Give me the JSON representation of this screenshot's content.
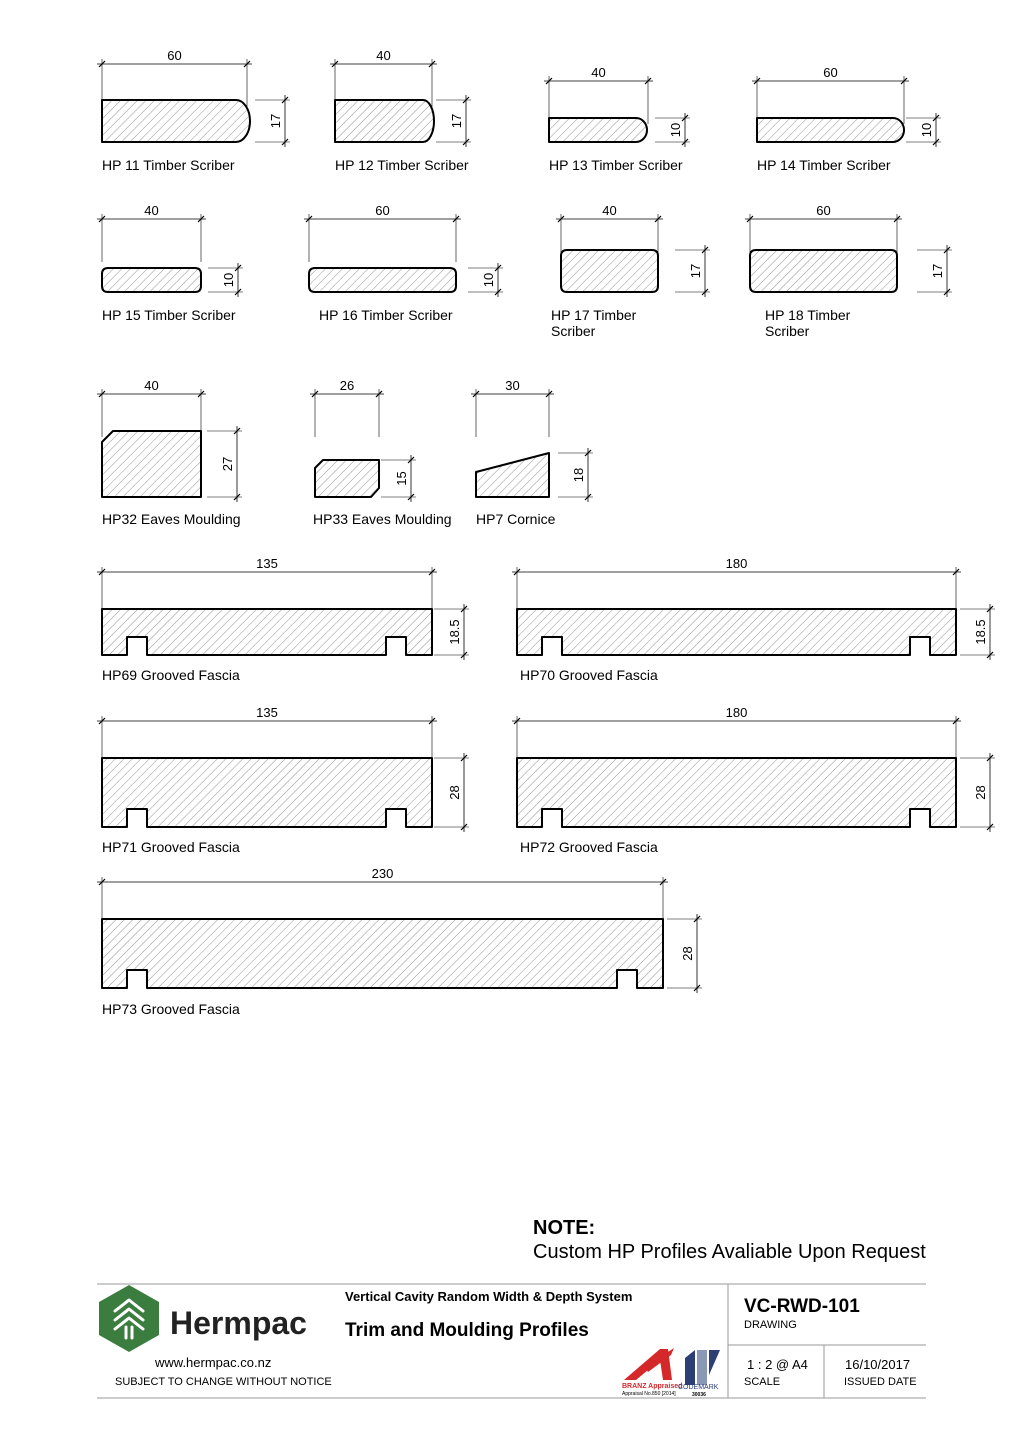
{
  "profiles": [
    {
      "id": "hp11",
      "label": [
        "HP 11 Timber Scriber"
      ],
      "width": "60",
      "height": "17"
    },
    {
      "id": "hp12",
      "label": [
        "HP 12 Timber Scriber"
      ],
      "width": "40",
      "height": "17"
    },
    {
      "id": "hp13",
      "label": [
        "HP 13 Timber Scriber"
      ],
      "width": "40",
      "height": "10"
    },
    {
      "id": "hp14",
      "label": [
        "HP 14 Timber Scriber"
      ],
      "width": "60",
      "height": "10"
    },
    {
      "id": "hp15",
      "label": [
        "HP 15 Timber Scriber"
      ],
      "width": "40",
      "height": "10"
    },
    {
      "id": "hp16",
      "label": [
        "HP 16 Timber Scriber"
      ],
      "width": "60",
      "height": "10"
    },
    {
      "id": "hp17",
      "label": [
        "HP 17 Timber",
        "Scriber"
      ],
      "width": "40",
      "height": "17"
    },
    {
      "id": "hp18",
      "label": [
        "HP 18 Timber",
        "Scriber"
      ],
      "width": "60",
      "height": "17"
    },
    {
      "id": "hp32",
      "label": [
        "HP32 Eaves Moulding"
      ],
      "width": "40",
      "height": "27"
    },
    {
      "id": "hp33",
      "label": [
        "HP33 Eaves Moulding"
      ],
      "width": "26",
      "height": "15"
    },
    {
      "id": "hp7",
      "label": [
        "HP7 Cornice"
      ],
      "width": "30",
      "height": "18"
    },
    {
      "id": "hp69",
      "label": [
        "HP69 Grooved Fascia"
      ],
      "width": "135",
      "height": "18.5"
    },
    {
      "id": "hp70",
      "label": [
        "HP70 Grooved Fascia"
      ],
      "width": "180",
      "height": "18.5"
    },
    {
      "id": "hp71",
      "label": [
        "HP71 Grooved Fascia"
      ],
      "width": "135",
      "height": "28"
    },
    {
      "id": "hp72",
      "label": [
        "HP72 Grooved Fascia"
      ],
      "width": "180",
      "height": "28"
    },
    {
      "id": "hp73",
      "label": [
        "HP73 Grooved Fascia"
      ],
      "width": "230",
      "height": "28"
    }
  ],
  "note": {
    "heading": "NOTE:",
    "text": "Custom HP Profiles Avaliable Upon Request"
  },
  "title_block": {
    "company": "Hermpac",
    "website": "www.hermpac.co.nz",
    "disclaimer": "SUBJECT TO CHANGE WITHOUT NOTICE",
    "system": "Vertical Cavity Random Width & Depth System",
    "title": "Trim and Moulding Profiles",
    "drawing_no": "VC-RWD-101",
    "drawing_label": "DRAWING",
    "scale": "1 : 2 @ A4",
    "scale_label": "SCALE",
    "issued": "16/10/2017",
    "issued_label": "ISSUED DATE",
    "branz_text": "BRANZ Appraised",
    "branz_sub": "Appraisal No.850 [2014]",
    "codemark_text": "CODEMARK",
    "codemark_no": "30036"
  },
  "colors": {
    "logo_green": "#3a7d3e",
    "branz_red": "#d5282a",
    "codemark_blue": "#2c3e73"
  }
}
